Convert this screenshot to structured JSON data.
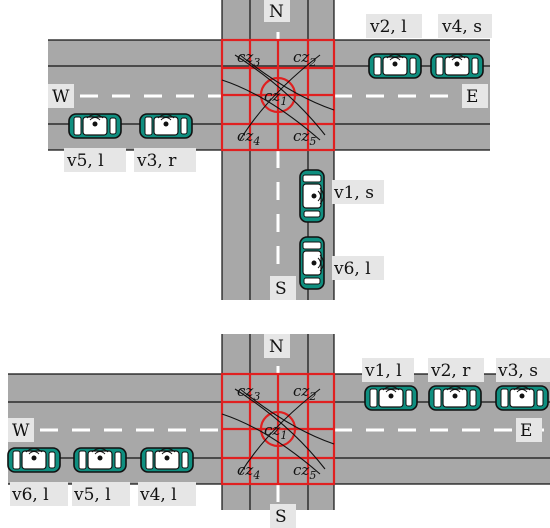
{
  "diagrams": [
    {
      "directions": {
        "north": "N",
        "south": "S",
        "west": "W",
        "east": "E"
      },
      "zones": [
        "cz3",
        "cz2",
        "cz1",
        "cz4",
        "cz5"
      ],
      "vehicles": [
        {
          "id": "v2",
          "label": "v2, l"
        },
        {
          "id": "v4",
          "label": "v4, s"
        },
        {
          "id": "v5",
          "label": "v5, l"
        },
        {
          "id": "v3",
          "label": "v3, r"
        },
        {
          "id": "v1",
          "label": "v1, s"
        },
        {
          "id": "v6",
          "label": "v6, l"
        }
      ]
    },
    {
      "directions": {
        "north": "N",
        "south": "S",
        "west": "W",
        "east": "E"
      },
      "zones": [
        "cz3",
        "cz2",
        "cz1",
        "cz4",
        "cz5"
      ],
      "vehicles": [
        {
          "id": "v1",
          "label": "v1, l"
        },
        {
          "id": "v2",
          "label": "v2, r"
        },
        {
          "id": "v3",
          "label": "v3, s"
        },
        {
          "id": "v6",
          "label": "v6, l"
        },
        {
          "id": "v5",
          "label": "v5, l"
        },
        {
          "id": "v4",
          "label": "v4, l"
        }
      ]
    }
  ],
  "colors": {
    "road": "#a8a8a8",
    "zone": "#e02020",
    "car": "#0f8f80",
    "lane": "#ffffff"
  }
}
